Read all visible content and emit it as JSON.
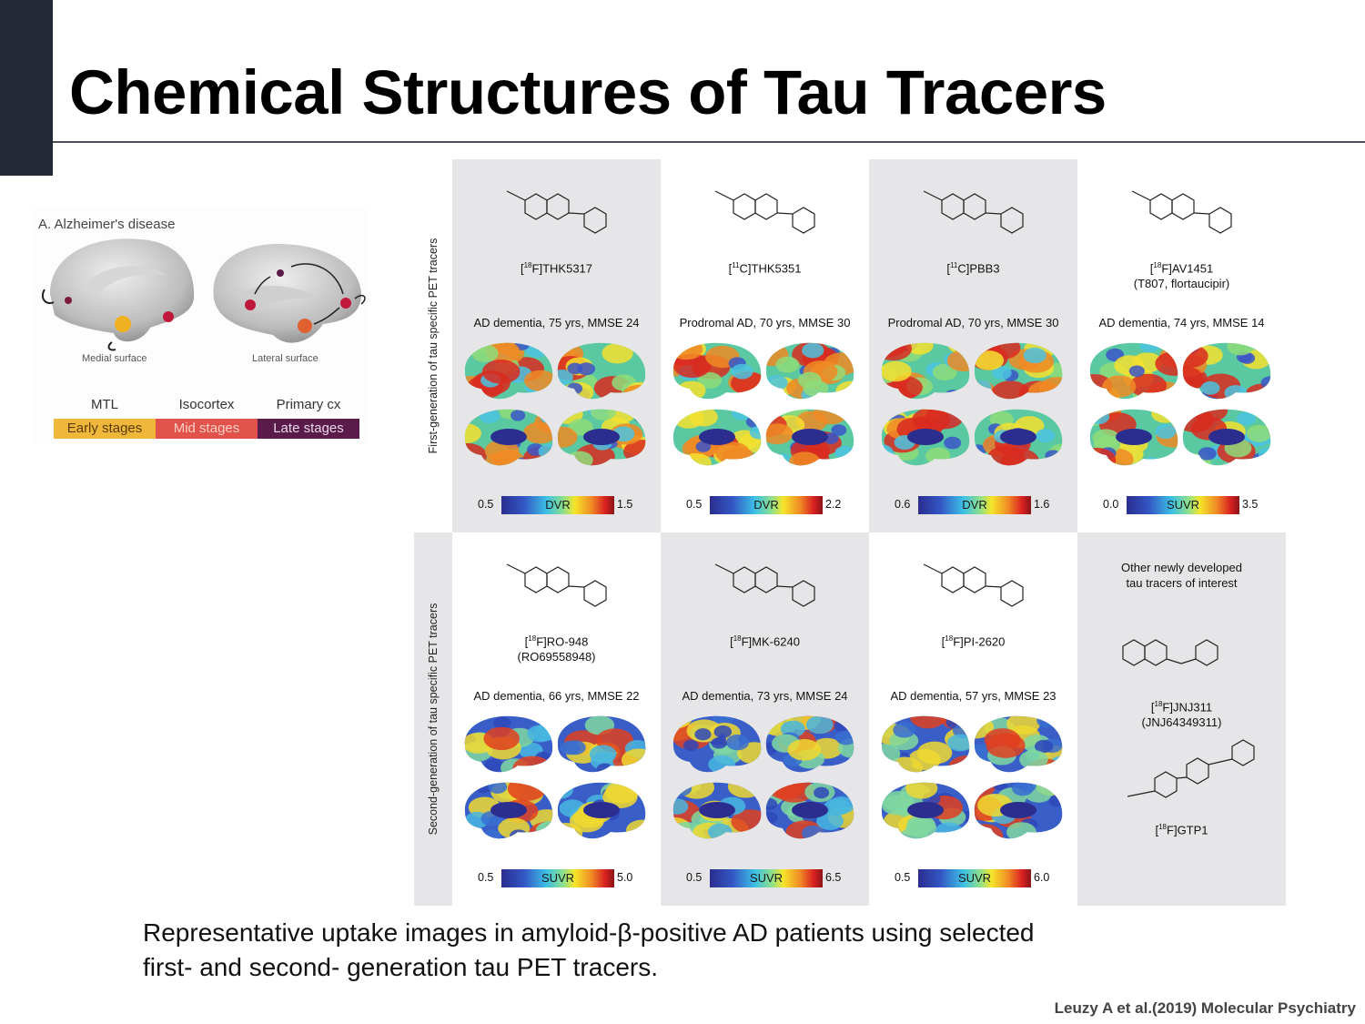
{
  "slide": {
    "title": "Chemical Structures of Tau Tracers",
    "caption_line1": "Representative uptake images in amyloid-β-positive AD patients using selected",
    "caption_line2": "first- and second- generation tau PET tracers.",
    "citation": "Leuzy A et al.(2019) Molecular Psychiatry"
  },
  "ad_figure": {
    "heading": "A. Alzheimer's disease",
    "medial_label": "Medial surface",
    "lateral_label": "Lateral surface",
    "stages": [
      {
        "region": "MTL",
        "stage": "Early stages",
        "color": "#f0b83a",
        "text_color": "#5a3b00"
      },
      {
        "region": "Isocortex",
        "stage": "Mid stages",
        "color": "#e0524a",
        "text_color": "#fbd0c8"
      },
      {
        "region": "Primary cx",
        "stage": "Late stages",
        "color": "#5a1a4a",
        "text_color": "#e8d8e8"
      }
    ]
  },
  "grid": {
    "first_gen_label": "First-generation of tau specific PET tracers",
    "second_gen_label": "Second-generation of tau specific PET tracers",
    "first_gen": [
      {
        "isotope": "18",
        "element": "F",
        "name": "THK5317",
        "alias": "",
        "patient": "AD dementia, 75 yrs, MMSE 24",
        "scale": "DVR",
        "min": "0.5",
        "max": "1.5"
      },
      {
        "isotope": "11",
        "element": "C",
        "name": "THK5351",
        "alias": "",
        "patient": "Prodromal AD, 70 yrs, MMSE 30",
        "scale": "DVR",
        "min": "0.5",
        "max": "2.2"
      },
      {
        "isotope": "11",
        "element": "C",
        "name": "PBB3",
        "alias": "",
        "patient": "Prodromal AD, 70 yrs, MMSE 30",
        "scale": "DVR",
        "min": "0.6",
        "max": "1.6"
      },
      {
        "isotope": "18",
        "element": "F",
        "name": "AV1451",
        "alias": "(T807, flortaucipir)",
        "patient": "AD dementia, 74 yrs, MMSE 14",
        "scale": "SUVR",
        "min": "0.0",
        "max": "3.5"
      }
    ],
    "second_gen": [
      {
        "isotope": "18",
        "element": "F",
        "name": "RO-948",
        "alias": "(RO69558948)",
        "patient": "AD dementia, 66 yrs, MMSE 22",
        "scale": "SUVR",
        "min": "0.5",
        "max": "5.0"
      },
      {
        "isotope": "18",
        "element": "F",
        "name": "MK-6240",
        "alias": "",
        "patient": "AD dementia, 73 yrs, MMSE 24",
        "scale": "SUVR",
        "min": "0.5",
        "max": "6.5"
      },
      {
        "isotope": "18",
        "element": "F",
        "name": "PI-2620",
        "alias": "",
        "patient": "AD dementia, 57 yrs, MMSE 23",
        "scale": "SUVR",
        "min": "0.5",
        "max": "6.0"
      }
    ],
    "other": {
      "heading_line1": "Other newly developed",
      "heading_line2": "tau tracers of interest",
      "tracers": [
        {
          "isotope": "18",
          "element": "F",
          "name": "JNJ311",
          "alias": "(JNJ64349311)"
        },
        {
          "isotope": "18",
          "element": "F",
          "name": "GTP1",
          "alias": ""
        }
      ]
    }
  }
}
